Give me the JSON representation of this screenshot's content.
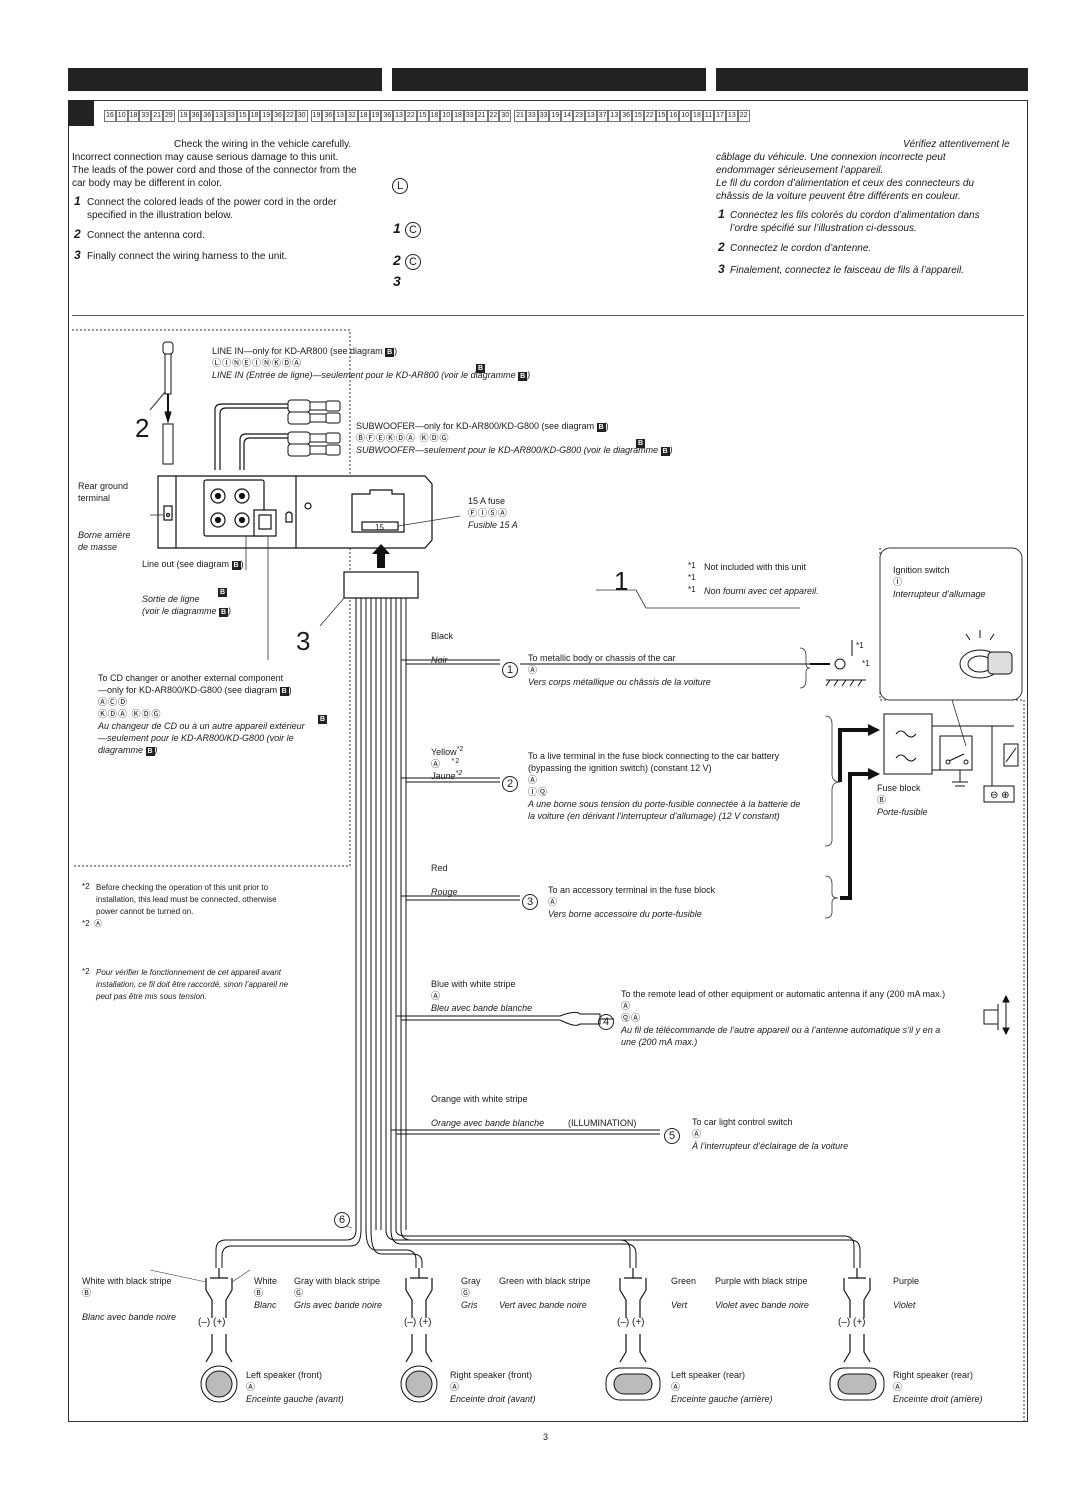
{
  "header": {
    "bars": 3
  },
  "section_marker": "",
  "char_ticks": [
    "16",
    "10",
    "18",
    "33",
    "21",
    "29",
    "19",
    "36",
    "36",
    "13",
    "33",
    "15",
    "18",
    "19",
    "36",
    "22",
    "30",
    "19",
    "36",
    "13",
    "32",
    "18",
    "19",
    "36",
    "13",
    "22",
    "15",
    "18",
    "10",
    "18",
    "33",
    "21",
    "22",
    "30",
    "21",
    "33",
    "33",
    "19",
    "14",
    "23",
    "13",
    "37",
    "13",
    "36",
    "15",
    "22",
    "15",
    "16",
    "10",
    "18",
    "11",
    "17",
    "13",
    "22"
  ],
  "english": {
    "warning": "Check the wiring in the vehicle carefully.",
    "l1": "Incorrect connection may cause serious damage to this unit.",
    "l2": "The leads of the power cord and those of the connector from the",
    "l3": "car body may be different in color.",
    "s1": "Connect the colored leads of the power cord in the order",
    "s1b": "specified in the illustration below.",
    "s2": "Connect the antenna cord.",
    "s3": "Finally connect the wiring harness to the unit.",
    "n1": "1",
    "n2": "2",
    "n3": "3"
  },
  "middle": {
    "l": "L",
    "c1": "C",
    "c2": "C",
    "n1": "1",
    "n2": "2",
    "n3": "3"
  },
  "french": {
    "warning": "Vérifiez attentivement le",
    "l1": "câblage du véhicule. Une connexion incorrecte peut",
    "l2": "endommager sérieusement l’appareil.",
    "l3": "Le fil du cordon d’alimentation et ceux des connecteurs du",
    "l4": "châssis de la voiture peuvent être différents en couleur.",
    "s1": "Connectez les fils colorés du cordon d’alimentation dans",
    "s1b": "l’ordre spécifié sur l’illustration ci-dessous.",
    "s2": "Connectez le cordon d’antenne.",
    "s3": "Finalement, connectez le faisceau de fils à l’appareil.",
    "n1": "1",
    "n2": "2",
    "n3": "3"
  },
  "diagram": {
    "num2": "2",
    "num1": "1",
    "num3": "3",
    "line_in_en": "LINE IN—only for KD-AR800 (see diagram",
    "line_in_mid": "ⓁⒾⓃⒺⒾⓃⓀⒹⒶ",
    "line_in_fr": "LINE IN (Entrée de ligne)—seulement pour le KD-AR800 (voir le diagramme",
    "sub_en": "SUBWOOFER—only for KD-AR800/KD-G800 (see diagram",
    "sub_mid": "ⒷⒻⒺⓀⒹⒶ ⓀⒹⒼ",
    "sub_fr": "SUBWOOFER—seulement pour le KD-AR800/KD-G800 (voir le diagramme",
    "rear_ground_1": "Rear ground",
    "rear_ground_2": "terminal",
    "borne_1": "Borne arrière",
    "borne_2": "de masse",
    "fuse_en": "15 A fuse",
    "fuse_mid": "ⒻⒾⓈⒶ",
    "fuse_fr": "Fusible 15 A",
    "fuse_label": "15",
    "line_out_en": "Line out (see diagram",
    "line_out_fr1": "Sortie de ligne",
    "line_out_fr2": "(voir le diagramme",
    "diag_b": "B",
    "cd_en1": "To CD changer or another external component",
    "cd_en2": "—only for KD-AR800/KD-G800 (see diagram",
    "cd_mid1": "ⒶⒸⒹ",
    "cd_mid2": "ⓀⒹⒶ ⓀⒹⒼ",
    "cd_fr1": "Au changeur de CD ou à un autre appareil extérieur",
    "cd_fr2": "—seulement pour le KD-AR800/KD-G800 (voir le",
    "cd_fr3": "diagramme",
    "note1_en": "Not included with this unit",
    "note1_fr": "Non fourni avec cet appareil.",
    "star1": "*1",
    "star2": "*2",
    "ignition_en": "Ignition switch",
    "ignition_mid": "Ⓘ",
    "ignition_fr": "Interrupteur d’allumage",
    "black_en": "Black",
    "black_fr": "Noir",
    "c1": "1",
    "c1_en": "To metallic body or chassis of the car",
    "c1_mid": "Ⓐ",
    "c1_fr": "Vers corps métallique ou châssis de la voiture",
    "yellow_en": "Yellow",
    "yellow_mid": "Ⓐ",
    "yellow_fr": "Jaune",
    "c2": "2",
    "c2_en1": "To a live terminal in the fuse block connecting to the car battery",
    "c2_en2": "(bypassing the ignition switch) (constant 12 V)",
    "c2_mid1": "Ⓐ",
    "c2_mid2": "ⒾⓆ",
    "c2_fr1": "A une borne sous tension du porte-fusible connectée à la batterie de",
    "c2_fr2": "la voiture (en dérivant l’interrupteur d’allumage) (12 V constant)",
    "fuseblock_en": "Fuse block",
    "fuseblock_mid": "Ⓑ",
    "fuseblock_fr": "Porte-fusible",
    "note2_en1": "Before checking the operation of this unit prior to",
    "note2_en2": "installation, this lead must be connected, otherwise",
    "note2_en3": "power cannot be turned on.",
    "note2_mid": "Ⓐ",
    "note2_fr1": "Pour vérifier le fonctionnement de cet appareil avant",
    "note2_fr2": "installation, ce fil doit être raccordé, sinon l’appareil ne",
    "note2_fr3": "peut pas être mis sous tension.",
    "red_en": "Red",
    "red_fr": "Rouge",
    "c3": "3",
    "c3_en": "To an accessory terminal in the fuse block",
    "c3_mid": "Ⓐ",
    "c3_fr": "Vers borne accessoire du porte-fusible",
    "blue_en": "Blue with white stripe",
    "blue_mid": "Ⓐ",
    "blue_fr": "Bleu avec bande blanche",
    "c4": "4",
    "c4_en": "To the remote lead of other equipment or automatic antenna if any (200 mA max.)",
    "c4_mid1": "Ⓐ",
    "c4_mid2": "ⓆⒶ",
    "c4_fr1": "Au fil de télécommande de l’autre appareil ou à l’antenne automatique s’il y en a",
    "c4_fr2": "une (200 mA max.)",
    "orange_en": "Orange with white stripe",
    "orange_fr": "Orange avec bande blanche",
    "illumination": "(ILLUMINATION)",
    "c5": "5",
    "c5_en": "To car light control switch",
    "c5_mid": "Ⓐ",
    "c5_fr": "À l’interrupteur d’éclairage de la voiture",
    "c6": "6",
    "wires": {
      "wbs_en": "White with black stripe",
      "wbs_mid": "Ⓑ",
      "wbs_fr": "Blanc avec bande noire",
      "white_en": "White",
      "white_mid": "Ⓑ",
      "white_fr": "Blanc",
      "gbs_en": "Gray with black stripe",
      "gbs_mid": "Ⓖ",
      "gbs_fr": "Gris avec bande noire",
      "gray_en": "Gray",
      "gray_mid": "Ⓖ",
      "gray_fr": "Gris",
      "grbs_en": "Green with black stripe",
      "grbs_fr": "Vert avec bande noire",
      "green_en": "Green",
      "green_fr": "Vert",
      "pbs_en": "Purple with black stripe",
      "pbs_fr": "Violet avec bande noire",
      "purple_en": "Purple",
      "purple_fr": "Violet"
    },
    "polarity": "(–)  (+)",
    "speakers": {
      "lf_en": "Left speaker (front)",
      "lf_mid": "Ⓐ",
      "lf_fr": "Enceinte gauche (avant)",
      "rf_en": "Right speaker (front)",
      "rf_mid": "Ⓐ",
      "rf_fr": "Enceinte droit (avant)",
      "lr_en": "Left speaker (rear)",
      "lr_mid": "Ⓐ",
      "lr_fr": "Enceinte gauche (arrière)",
      "rr_en": "Right speaker (rear)",
      "rr_mid": "Ⓐ",
      "rr_fr": "Enceinte droit (arrière)"
    }
  },
  "page_number": "3"
}
